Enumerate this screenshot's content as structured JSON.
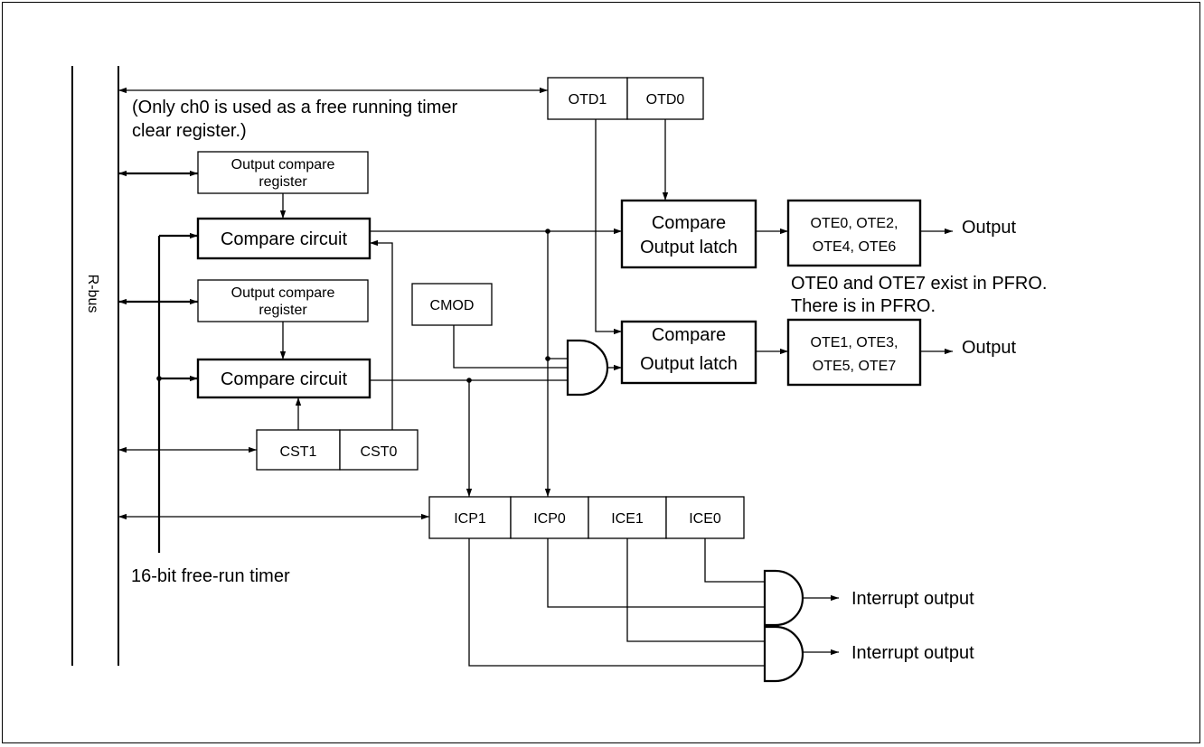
{
  "labels": {
    "rbus": "R-bus",
    "note_line1": "(Only ch0 is used as a free running timer",
    "note_line2": "clear register.)",
    "ocr_a_line1": "Output compare",
    "ocr_a_line2": "register",
    "compare_circuit_a": "Compare circuit",
    "ocr_b_line1": "Output compare",
    "ocr_b_line2": "register",
    "compare_circuit_b": "Compare circuit",
    "cmod": "CMOD",
    "otd1": "OTD1",
    "otd0": "OTD0",
    "latch_a_line1": "Compare",
    "latch_a_line2": "Output latch",
    "latch_b_line1": "Compare",
    "latch_b_line2": "Output latch",
    "ote_a_line1": "OTE0, OTE2,",
    "ote_a_line2": "OTE4, OTE6",
    "ote_b_line1": "OTE1, OTE3,",
    "ote_b_line2": "OTE5, OTE7",
    "output_a": "Output",
    "output_b": "Output",
    "ote_note_line1": "OTE0 and OTE7 exist in PFRO.",
    "ote_note_line2": "There is in PFRO.",
    "cst1": "CST1",
    "cst0": "CST0",
    "icp1": "ICP1",
    "icp0": "ICP0",
    "ice1": "ICE1",
    "ice0": "ICE0",
    "timer": "16-bit free-run timer",
    "int_a": "Interrupt output",
    "int_b": "Interrupt output"
  }
}
